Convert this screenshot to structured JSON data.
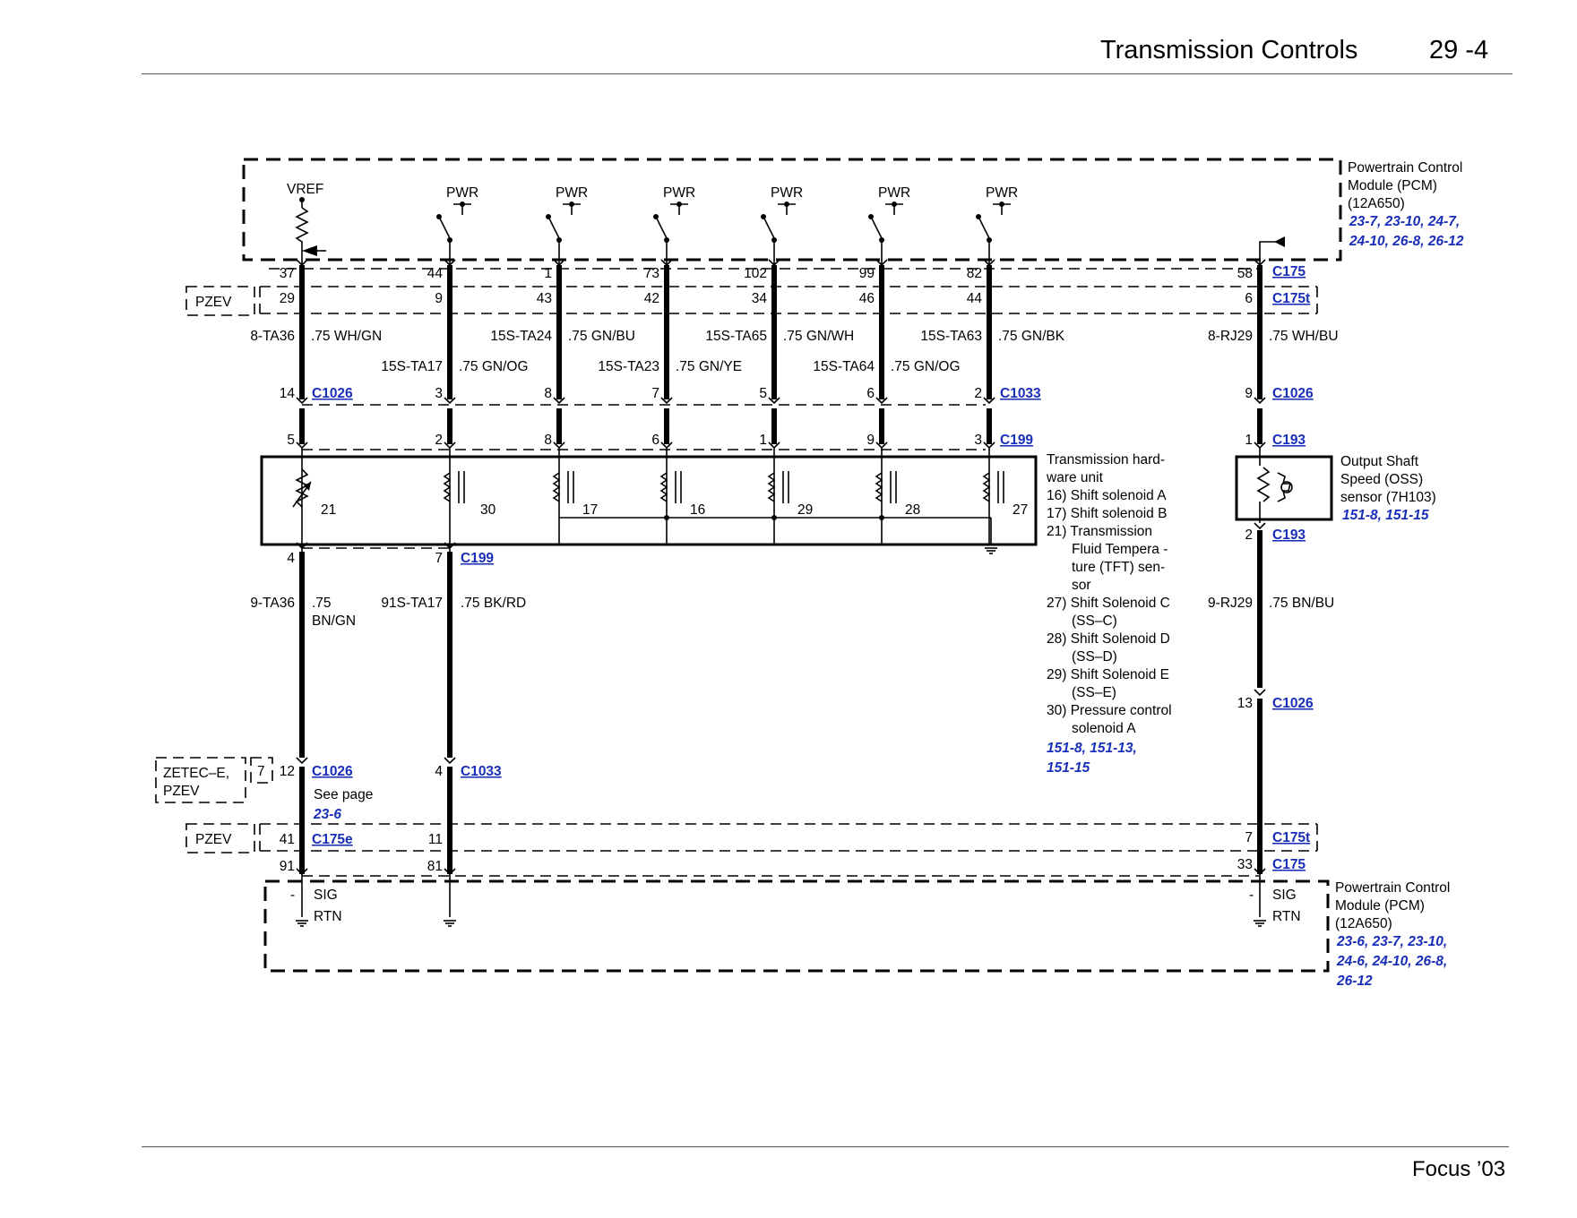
{
  "header": {
    "title": "Transmission   Controls",
    "page": "29 -4"
  },
  "footer": {
    "model": "Focus ’03"
  },
  "pcm_top": {
    "lines": [
      "Powertrain  Control",
      "Module  (PCM)",
      "(12A650)"
    ],
    "refs": [
      "23-7,  23-10,  24-7,",
      "24-10,  26-8,  26-12"
    ],
    "vref": "VREF",
    "pwr": "PWR"
  },
  "pcm_bottom": {
    "lines": [
      "Powertrain  Control",
      "Module  (PCM)",
      "(12A650)"
    ],
    "refs": [
      "23-6,  23-7,  23-10,",
      "24-6,  24-10,  26-8,",
      "26-12"
    ],
    "sig": "SIG",
    "rtn": "RTN",
    "dash": "-"
  },
  "pzev_label": "PZEV",
  "zetec_label": [
    "ZETEC–E,",
    "PZEV"
  ],
  "zetec_pin": "7",
  "see_page": "See page",
  "see_page_ref": "23-6",
  "connectors": {
    "c175": "C175",
    "c175t": "C175t",
    "c175e": "C175e",
    "c1026": "C1026",
    "c1033": "C1033",
    "c199": "C199",
    "c193": "C193"
  },
  "top_pins": [
    {
      "c175": "37",
      "c175t": "29",
      "c1026": "14",
      "c199": "5"
    },
    {
      "c175": "44",
      "c175t": "9",
      "c1026": "3",
      "c199": "2"
    },
    {
      "c175": "1",
      "c175t": "43",
      "c1026": "8",
      "c199": "8"
    },
    {
      "c175": "73",
      "c175t": "42",
      "c1026": "7",
      "c199": "6"
    },
    {
      "c175": "102",
      "c175t": "34",
      "c1026": "5",
      "c199": "1"
    },
    {
      "c175": "99",
      "c175t": "46",
      "c1026": "6",
      "c199": "9"
    },
    {
      "c175": "82",
      "c175t": "44",
      "c1026": "2",
      "c199": "3"
    }
  ],
  "oss_pins": {
    "c175": "58",
    "c175t": "6",
    "c1026_top": "9",
    "c193_top": "1",
    "c193_bot": "2",
    "c1026_bot": "13",
    "c175t_bot": "7",
    "c175_bot": "33"
  },
  "wires_upper": [
    {
      "circuit": "8-TA36",
      "color": ".75 WH/GN"
    },
    {
      "circuit": "15S-TA17",
      "color": ".75 GN/OG"
    },
    {
      "circuit": "15S-TA24",
      "color": ".75 GN/BU"
    },
    {
      "circuit": "15S-TA23",
      "color": ".75 GN/YE"
    },
    {
      "circuit": "15S-TA65",
      "color": ".75 GN/WH"
    },
    {
      "circuit": "15S-TA64",
      "color": ".75 GN/OG"
    },
    {
      "circuit": "15S-TA63",
      "color": ".75 GN/BK"
    },
    {
      "circuit": "8-RJ29",
      "color": ".75 WH/BU"
    }
  ],
  "components": [
    "21",
    "30",
    "17",
    "16",
    "29",
    "28",
    "27"
  ],
  "thu_legend": {
    "title": [
      "Transmission  hard-",
      "ware unit"
    ],
    "items": [
      "16) Shift solenoid  A",
      "17) Shift solenoid  B",
      "21) Transmission",
      "Fluid  Tempera -",
      "ture  (TFT) sen-",
      "sor",
      "27) Shift  Solenoid  C",
      "(SS–C)",
      "28) Shift  Solenoid  D",
      "(SS–D)",
      "29) Shift  Solenoid  E",
      "(SS–E)",
      "30) Pressure  control",
      "solenoid  A"
    ],
    "refs": [
      "151-8,  151-13,",
      "151-15"
    ]
  },
  "oss": {
    "lines": [
      "Output  Shaft",
      "Speed  (OSS)",
      "sensor  (7H103)"
    ],
    "refs": "151-8,  151-15"
  },
  "lower": {
    "tft_pin_c199": "4",
    "pc_pin_c199": "7",
    "tft_circuit": "9-TA36",
    "tft_color": [
      ".75",
      "BN/GN"
    ],
    "pc_circuit": "91S-TA17",
    "pc_color": ".75 BK/RD",
    "oss_circuit": "9-RJ29",
    "oss_color": ".75 BN/BU",
    "tft_c1026": "12",
    "pc_c1033": "4",
    "tft_c175e": "41",
    "pc_c175e": "11",
    "tft_c175": "91",
    "pc_c175": "81"
  }
}
